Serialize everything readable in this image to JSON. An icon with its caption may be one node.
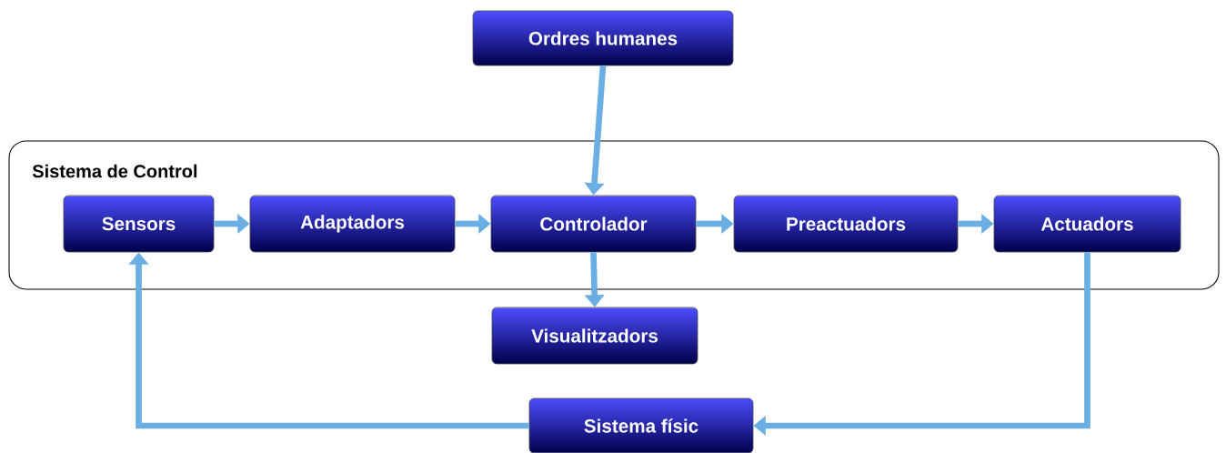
{
  "diagram": {
    "nodes": [
      {
        "text": [
          "Ordres humanes"
        ]
      },
      {
        "text": [
          "Sistema de Control"
        ]
      },
      {
        "text": [
          "Sensors"
        ],
        "in": 1
      },
      {
        "text": [
          "Adaptadors"
        ],
        "in": 1
      },
      {
        "text": [
          "Controlador"
        ],
        "in": 1
      },
      {
        "text": [
          "Preactuadors"
        ],
        "in": 1
      },
      {
        "text": [
          "Actuadors"
        ],
        "in": 1
      },
      {
        "text": [
          "Visualitzadors"
        ]
      },
      {
        "text": [
          "Sistema físic"
        ]
      }
    ],
    "edges": [
      {
        "from": 0,
        "to": 4,
        "arrow": "to"
      },
      {
        "from": 2,
        "to": 3,
        "arrow": "to"
      },
      {
        "from": 3,
        "to": 4,
        "arrow": "to"
      },
      {
        "from": 4,
        "to": 5,
        "arrow": "to"
      },
      {
        "from": 5,
        "to": 6,
        "arrow": "to"
      },
      {
        "from": 4,
        "to": 7,
        "arrow": "to"
      },
      {
        "from": 6,
        "to": 8,
        "arrow": "to"
      },
      {
        "from": 8,
        "to": 2,
        "arrow": "to"
      }
    ]
  }
}
